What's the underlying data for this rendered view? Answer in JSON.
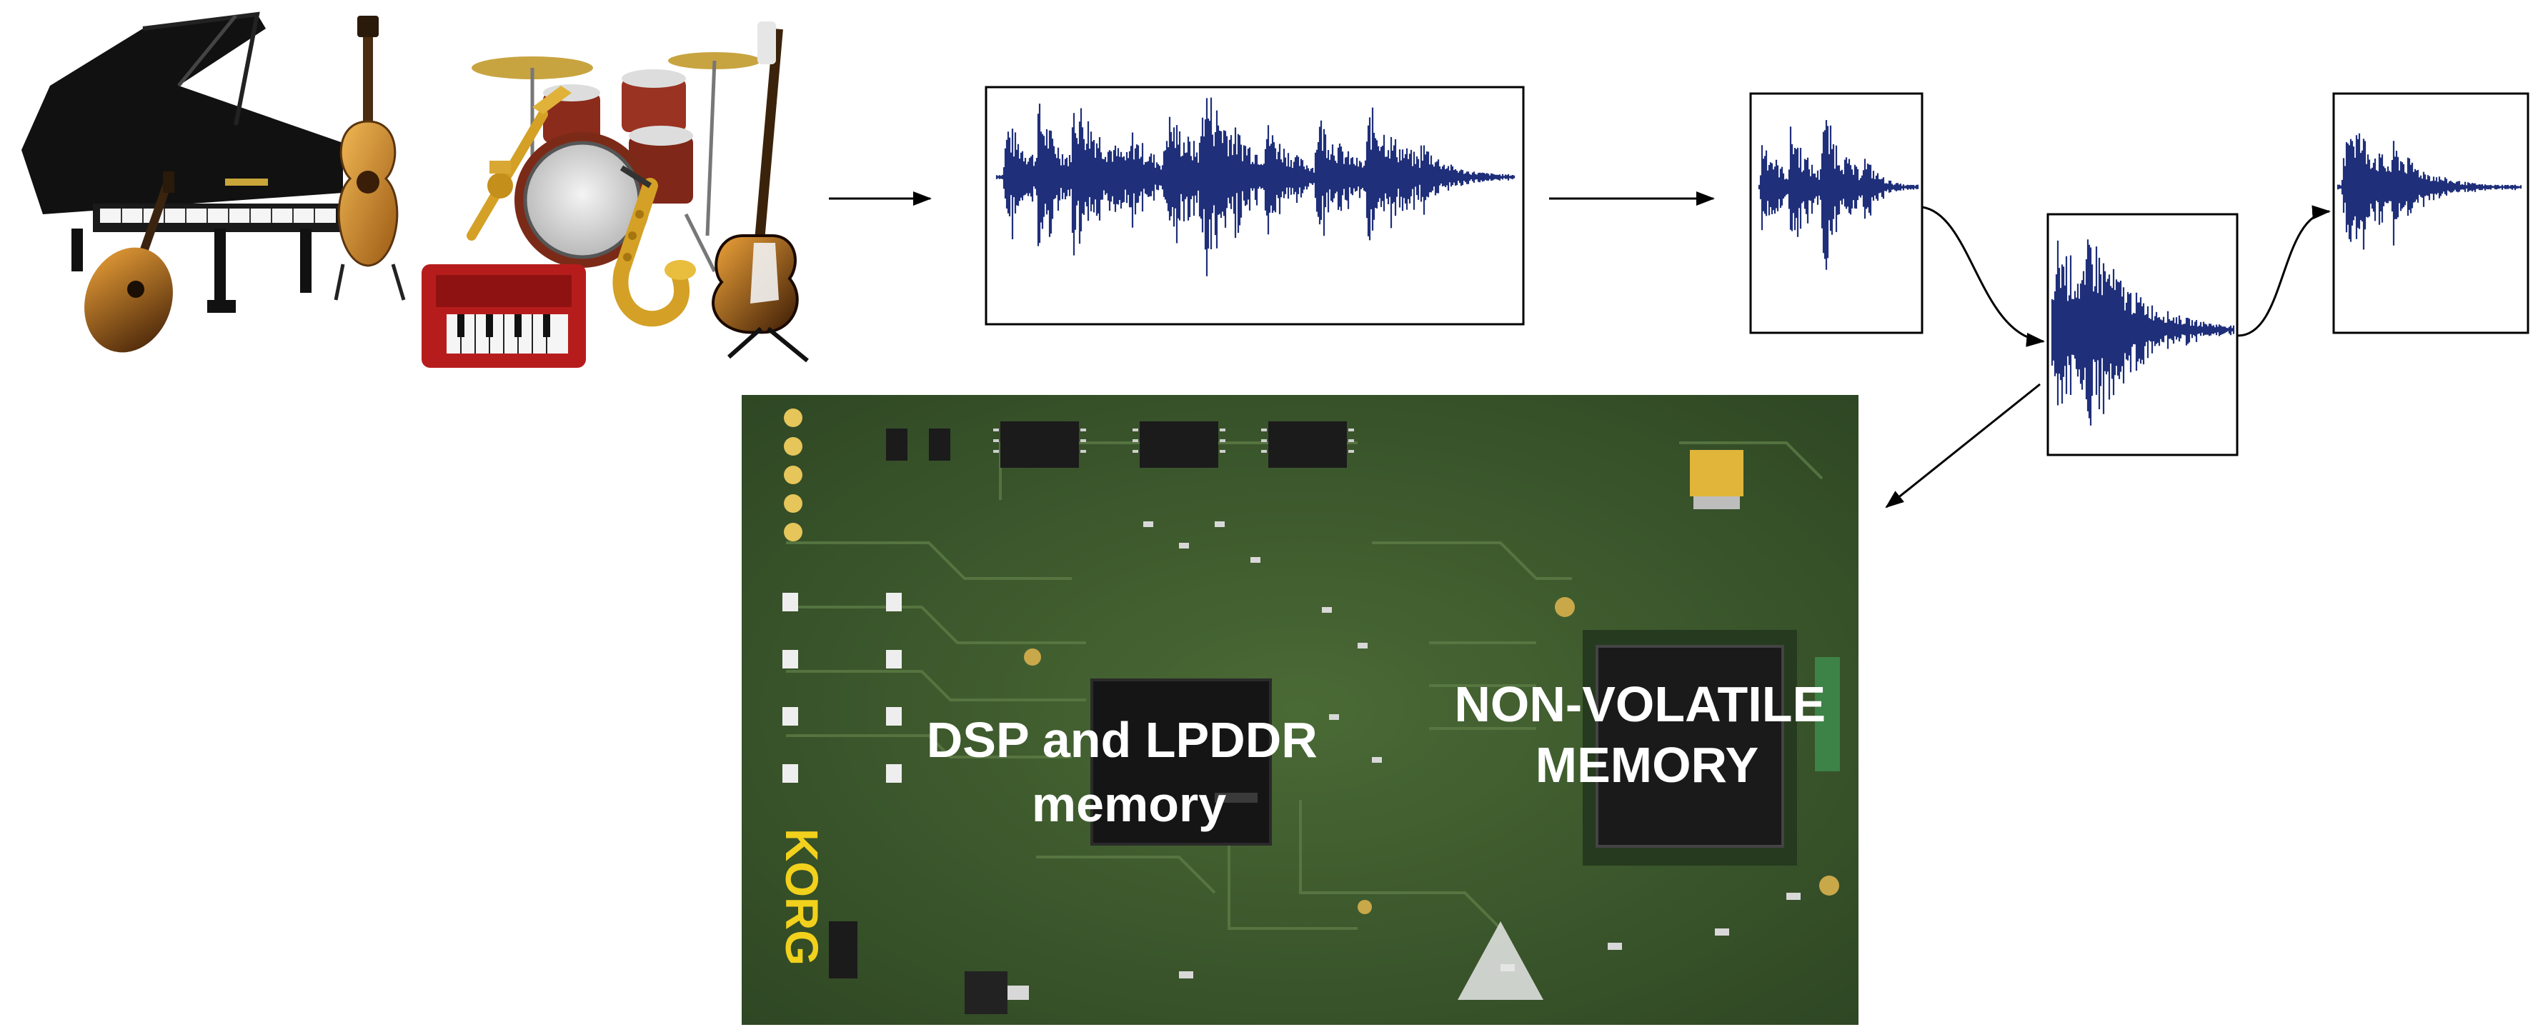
{
  "pcb": {
    "chip_label_1": [
      "DSP and LPDDR",
      "memory"
    ],
    "chip_label_2": [
      "NON-VOLATILE",
      "MEMORY"
    ],
    "board_logo": "KORG"
  },
  "icons": [
    "piano-icon",
    "acoustic-guitar-icon",
    "mandolin-icon",
    "drum-kit-icon",
    "trumpet-icon",
    "accordion-icon",
    "saxophone-icon",
    "electric-guitar-icon",
    "waveform-icon"
  ],
  "colors": {
    "waveform": "#1f2f7a",
    "pcb_green": "#3f5a2e",
    "pcb_dark": "#2f4522",
    "chip": "#1b1b1b",
    "arrow": "#000000"
  }
}
